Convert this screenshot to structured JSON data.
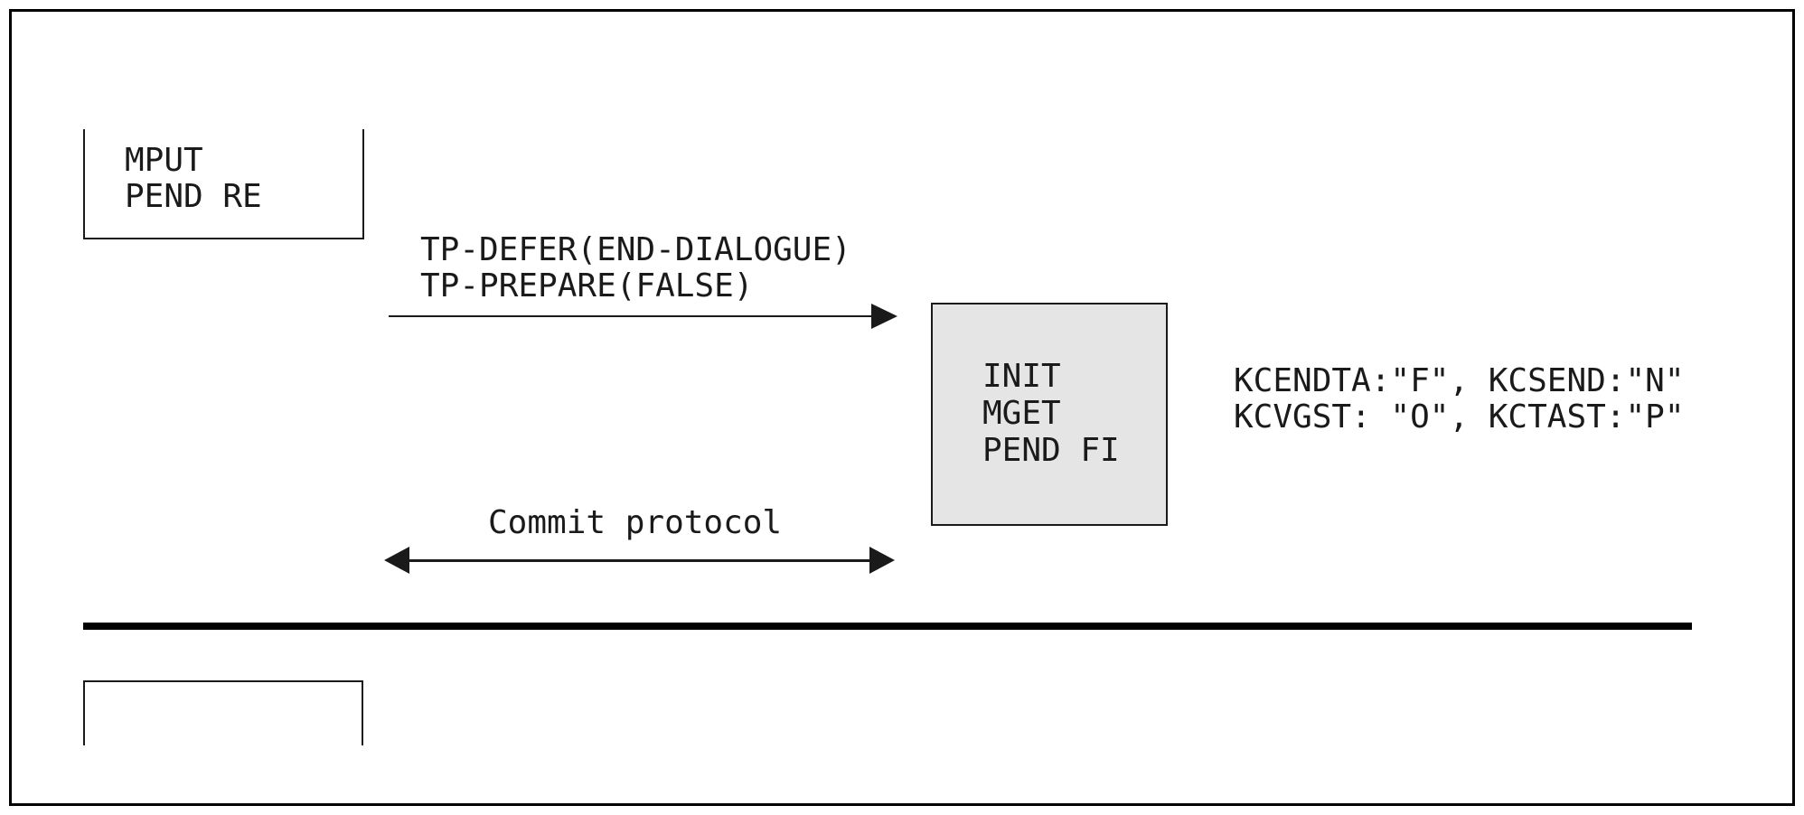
{
  "diagram": {
    "sender_box": {
      "lines": [
        "MPUT",
        "PEND RE"
      ]
    },
    "tp_call_label": {
      "lines": [
        "TP-DEFER(END-DIALOGUE)",
        "TP-PREPARE(FALSE)"
      ]
    },
    "process_box": {
      "lines": [
        "INIT",
        "MGET",
        "PEND FI"
      ]
    },
    "kc_state_label": {
      "lines": [
        "KCENDTA:\"F\", KCSEND:\"N\"",
        "KCVGST: \"O\", KCTAST:\"P\""
      ]
    },
    "commit_label": "Commit protocol",
    "colors": {
      "stroke": "#1a1a1a",
      "outer_border": "#000000",
      "separator": "#000000",
      "process_box_fill": "#e5e5e5",
      "background": "#ffffff"
    }
  }
}
